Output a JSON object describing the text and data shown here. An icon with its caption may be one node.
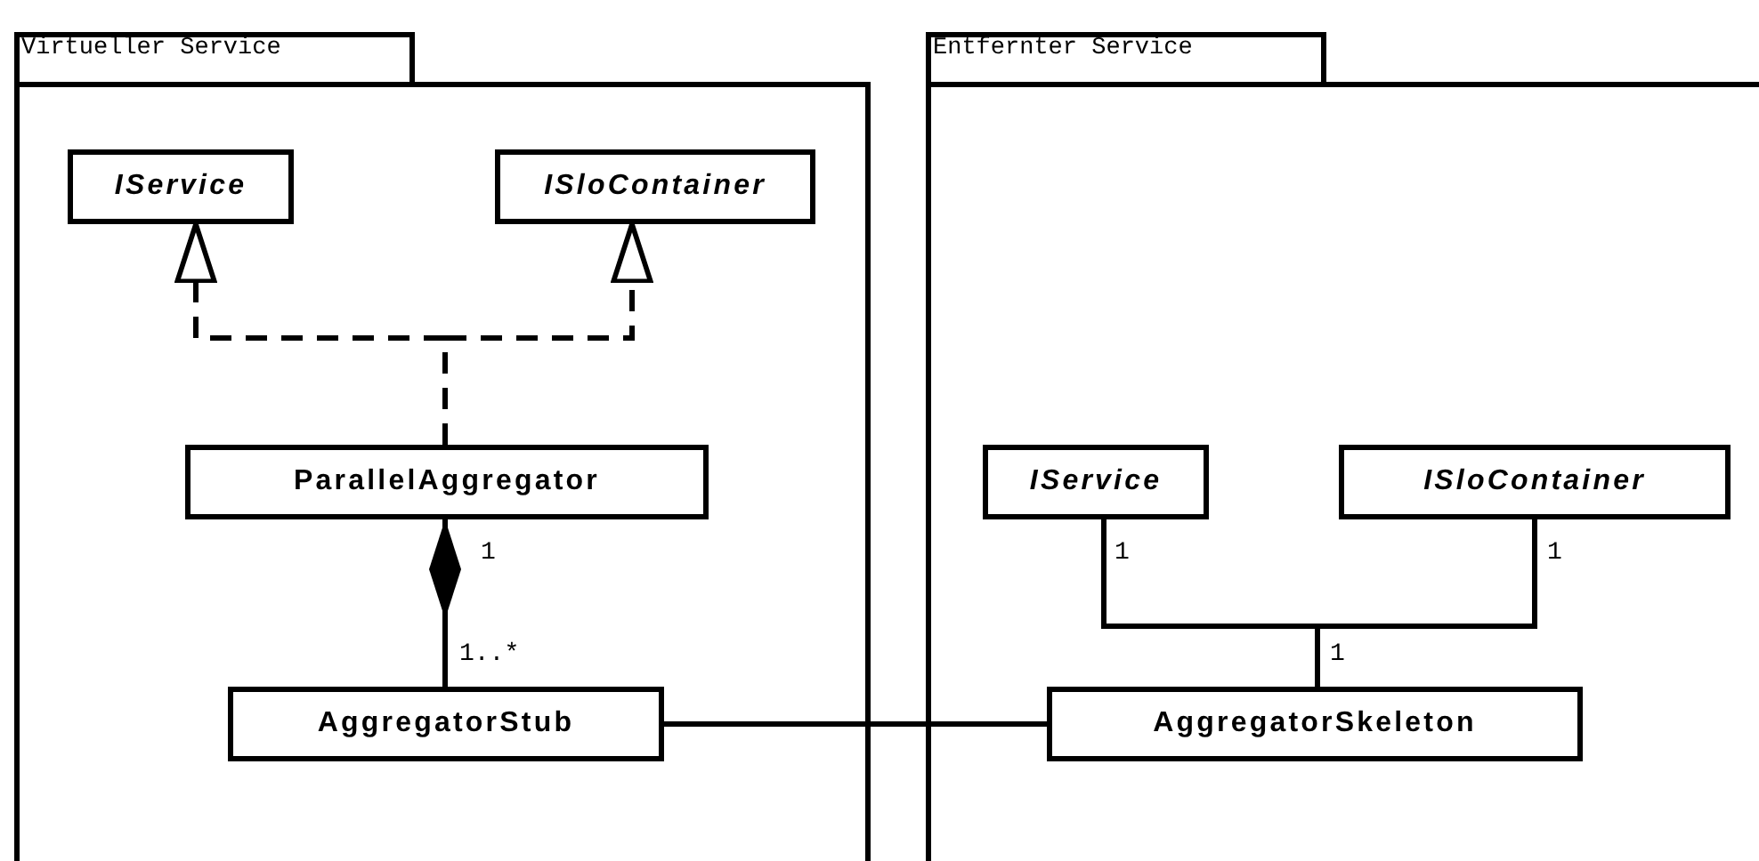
{
  "diagram": {
    "nodes": [
      {
        "text": [
          "Virtueller Service"
        ]
      },
      {
        "text": [
          "IService"
        ],
        "in": 0
      },
      {
        "text": [
          "ISloContainer"
        ],
        "in": 0
      },
      {
        "text": [
          "ParallelAggregator"
        ],
        "in": 0
      },
      {
        "text": [
          "AggregatorStub"
        ],
        "in": 0
      },
      {
        "text": [
          "Entfernter Service"
        ]
      },
      {
        "text": [
          "IService"
        ],
        "in": 5
      },
      {
        "text": [
          "ISloContainer"
        ],
        "in": 5
      },
      {
        "text": [
          "AggregatorSkeleton"
        ],
        "in": 5
      }
    ],
    "edges": [
      {
        "from": 3,
        "to": 1,
        "arrow": "to",
        "style": "dashed"
      },
      {
        "from": 3,
        "to": 2,
        "arrow": "to",
        "style": "dashed"
      },
      {
        "from": 4,
        "to": 3,
        "arrow": "other"
      },
      {
        "from": 6,
        "to": 8,
        "arrow": "none"
      },
      {
        "from": 7,
        "to": 8,
        "arrow": "none"
      },
      {
        "from": 4,
        "to": 8,
        "arrow": "none"
      }
    ],
    "labels": [
      "1",
      "1..*",
      "1",
      "1",
      "1"
    ]
  }
}
